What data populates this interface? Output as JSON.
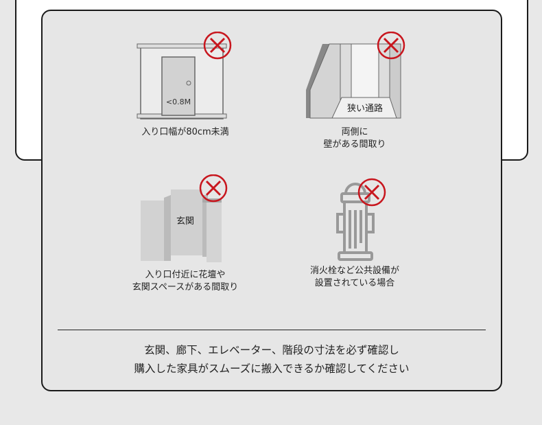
{
  "items": [
    {
      "label_text": "<0.8M",
      "caption": [
        "入り口幅が80cm未満"
      ]
    },
    {
      "label_text": "狭い通路",
      "caption": [
        "両側に",
        "壁がある間取り"
      ]
    },
    {
      "label_text": "玄関",
      "caption": [
        "入り口付近に花壇や",
        "玄関スペースがある間取り"
      ]
    },
    {
      "caption": [
        "消火栓など公共設備が",
        "設置されている場合"
      ]
    }
  ],
  "note": [
    "玄関、廊下、エレベーター、階段の寸法を必ず確認し",
    "購入した家具がスムーズに搬入できるか確認してください"
  ],
  "colors": {
    "cross": "#c8161e",
    "panel": "#e6e6e6",
    "border": "#1a1a1a"
  }
}
